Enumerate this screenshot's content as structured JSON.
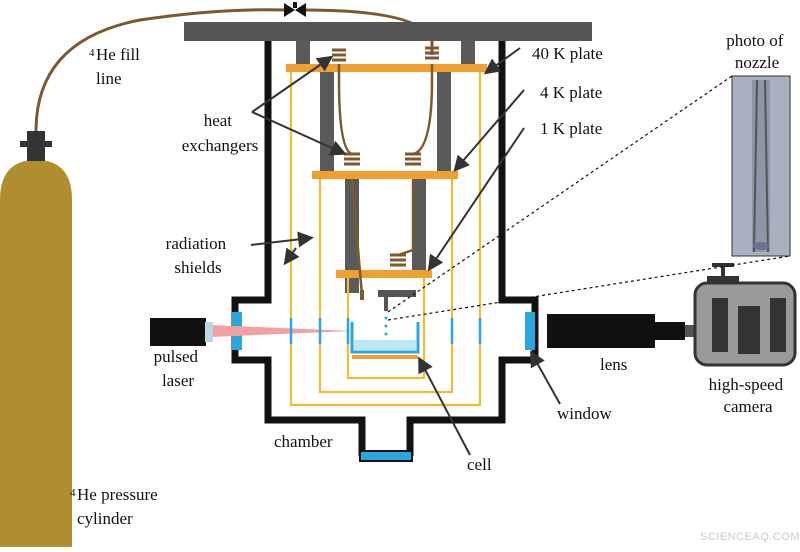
{
  "labels": {
    "fill_line": [
      "4",
      "He fill",
      "line"
    ],
    "heat_exchangers": [
      "heat",
      "exchangers"
    ],
    "radiation_shields": [
      "radiation",
      "shields"
    ],
    "pulsed_laser": [
      "pulsed",
      "laser"
    ],
    "chamber": "chamber",
    "cell": "cell",
    "pressure_cylinder": [
      "4",
      "He pressure",
      "cylinder"
    ],
    "plate_40k": "40 K plate",
    "plate_4k": "4 K plate",
    "plate_1k": "1 K plate",
    "photo_nozzle": [
      "photo of",
      "nozzle"
    ],
    "lens": "lens",
    "window": "window",
    "high_speed_camera": [
      "high-speed",
      "camera"
    ]
  },
  "watermark": "SCIENCEAQ.COM",
  "colors": {
    "cylinder": "#b08d2e",
    "fill_line": "#7a5a2e",
    "chamber_wall": "#111111",
    "plates": "#f0a030",
    "shields": "#f2b93a",
    "columns": "#5a5a5a",
    "window": "#2aa7e0",
    "laser_beam": "#f4a0a0",
    "camera_body": "#9a9a9a"
  },
  "icons": [
    "valve-icon",
    "laser-device-icon",
    "lens-tube-icon",
    "camera-icon",
    "coil-icon"
  ]
}
